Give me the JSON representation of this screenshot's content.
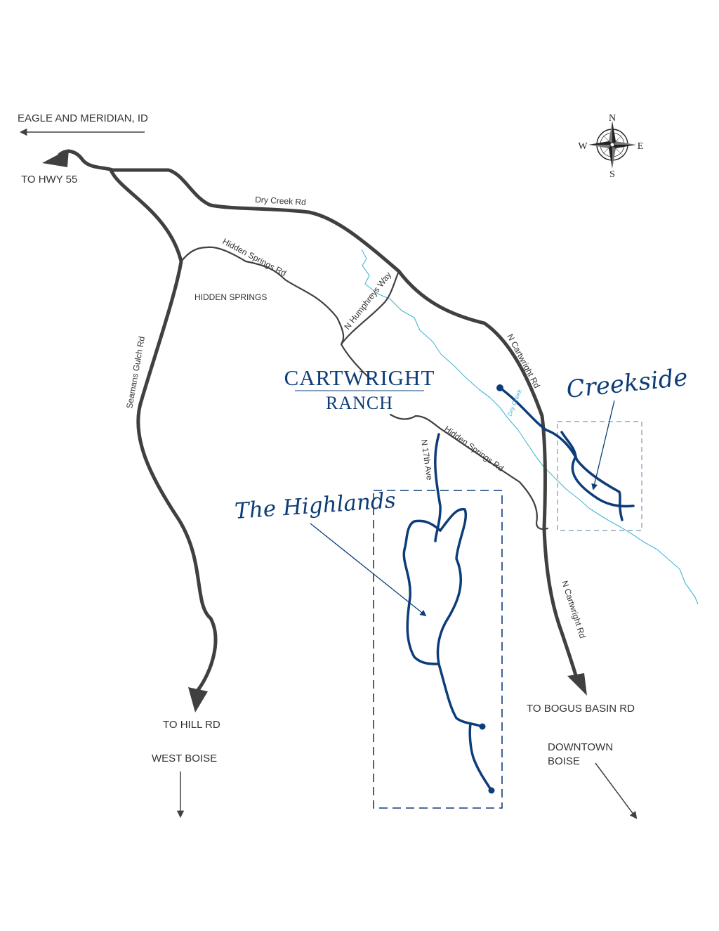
{
  "directions": {
    "eagle_meridian": "EAGLE AND MERIDIAN, ID",
    "hwy55": "TO HWY 55",
    "hill_rd": "TO HILL RD",
    "west_boise": "WEST BOISE",
    "bogus_basin": "TO BOGUS BASIN RD",
    "downtown_line1": "DOWNTOWN",
    "downtown_line2": "BOISE"
  },
  "roads": {
    "dry_creek": "Dry Creek Rd",
    "hidden_springs_upper": "Hidden Springs Rd",
    "hidden_springs_lower": "Hidden Springs Rd",
    "n_humphreys": "N Humphreys Way",
    "seamans_gulch": "Seamans Gulch Rd",
    "n_cartwright_upper": "N Cartwright Rd",
    "n_cartwright_lower": "N Cartwright Rd",
    "n_17th": "N 17th Ave",
    "dry_creek_stream": "Dry Creek"
  },
  "places": {
    "hidden_springs": "HIDDEN SPRINGS"
  },
  "brand": {
    "line1": "CARTWRIGHT",
    "line2": "RANCH"
  },
  "developments": {
    "highlands": "The Highlands",
    "creekside": "Creekside"
  },
  "compass": {
    "n": "N",
    "s": "S",
    "e": "E",
    "w": "W"
  },
  "colors": {
    "road": "#404040",
    "brand_blue": "#0d3d78",
    "creek": "#45b6d6"
  }
}
